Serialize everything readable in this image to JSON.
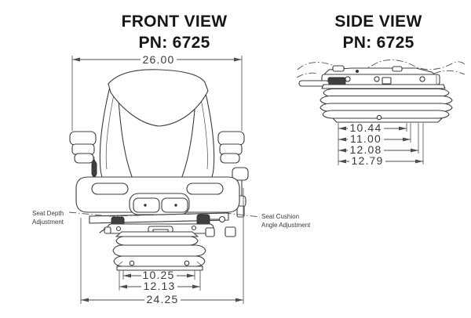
{
  "document": {
    "type": "seat technical drawing, two orthographic views",
    "units": "inches"
  },
  "front_view": {
    "title": "FRONT VIEW",
    "part_number": "PN: 6725",
    "dim_overall_width": "26.00",
    "dim_mount_inner": "10.25",
    "dim_mount_outer": "12.13",
    "dim_base_width": "24.25",
    "label_seat_depth_line1": "Seat Depth",
    "label_seat_depth_line2": "Adjustment",
    "label_cushion_angle_line1": "Seat Cushion",
    "label_cushion_angle_line2": "Angle Adjustment"
  },
  "side_view": {
    "title": "SIDE VIEW",
    "part_number": "PN: 6725",
    "dims": [
      "10.44",
      "11.00",
      "12.08",
      "12.79"
    ]
  },
  "colors": {
    "background": "#ffffff",
    "object_line": "#3d3d3d",
    "dimension_line": "#4d4d4d",
    "title_text": "#161616"
  }
}
